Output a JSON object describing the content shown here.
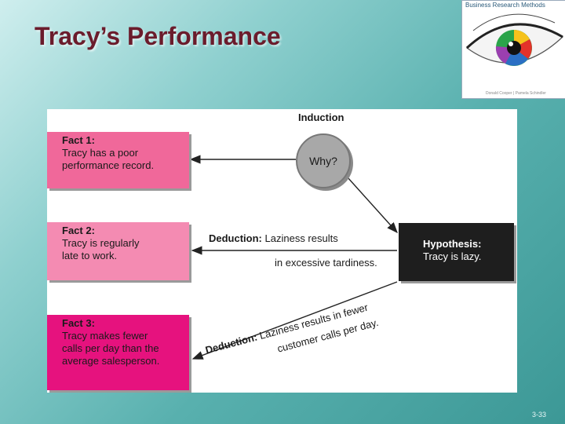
{
  "slide": {
    "title": "Tracy’s Performance",
    "slide_number": "3-33"
  },
  "book_cover": {
    "title": "Business Research Methods",
    "authors": "Donald Cooper | Pamela Schindler"
  },
  "diagram": {
    "induction_label": "Induction",
    "why_label": "Why?",
    "facts": [
      {
        "head": "Fact 1:",
        "text": "Tracy has a poor\nperformance record."
      },
      {
        "head": "Fact 2:",
        "text": "Tracy is regularly\nlate to work."
      },
      {
        "head": "Fact 3:",
        "text": "Tracy makes fewer\ncalls per day than the\naverage salesperson."
      }
    ],
    "hypothesis": {
      "head": "Hypothesis:",
      "text": "Tracy is lazy."
    },
    "deduction_1": {
      "head": "Deduction:",
      "line1": "Laziness results",
      "line2": "in excessive tardiness."
    },
    "deduction_2": {
      "head": "Deduction:",
      "line1": "Laziness results in fewer",
      "line2": "customer calls per day."
    }
  },
  "colors": {
    "fact_1": "#f0689a",
    "fact_2": "#f48bb2",
    "fact_3": "#e6127e",
    "hypothesis": "#1e1e1e",
    "title": "#6b1c2c"
  }
}
